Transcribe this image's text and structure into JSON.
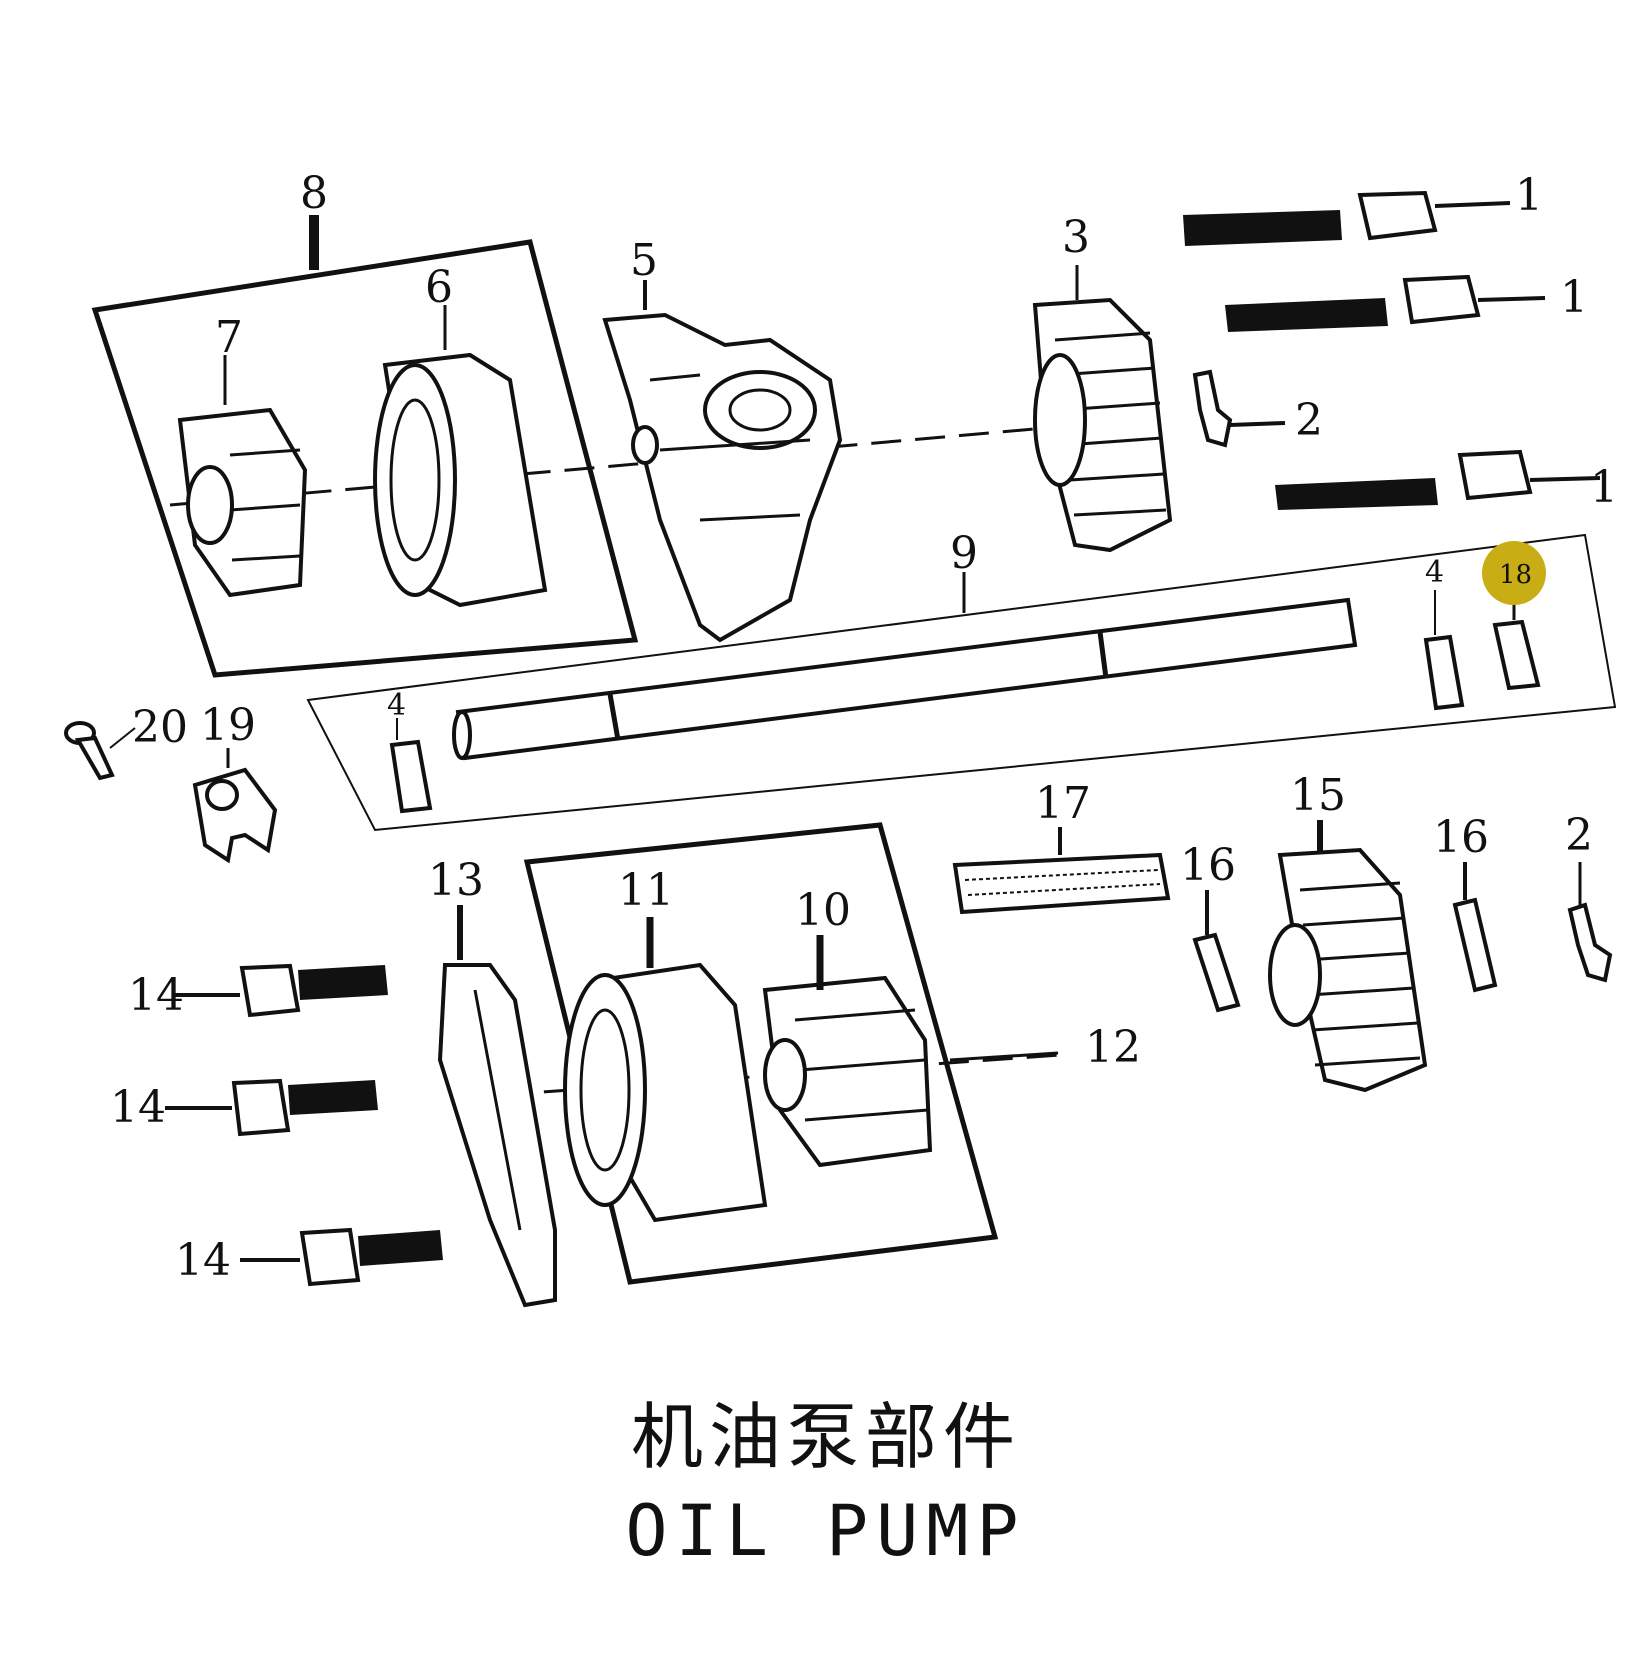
{
  "diagram": {
    "caption_cn": "机油泵部件",
    "caption_en": "OIL PUMP",
    "highlight_color": "#c9ad14",
    "callouts": {
      "c1a": "1",
      "c1b": "1",
      "c1c": "1",
      "c2a": "2",
      "c2b": "2",
      "c3": "3",
      "c4a": "4",
      "c4b": "4",
      "c5": "5",
      "c6": "6",
      "c7": "7",
      "c8": "8",
      "c9": "9",
      "c10": "10",
      "c11": "11",
      "c12": "12",
      "c13": "13",
      "c14a": "14",
      "c14b": "14",
      "c14c": "14",
      "c15": "15",
      "c16a": "16",
      "c16b": "16",
      "c17": "17",
      "c18": "18",
      "c19": "19",
      "c20": "20"
    }
  }
}
